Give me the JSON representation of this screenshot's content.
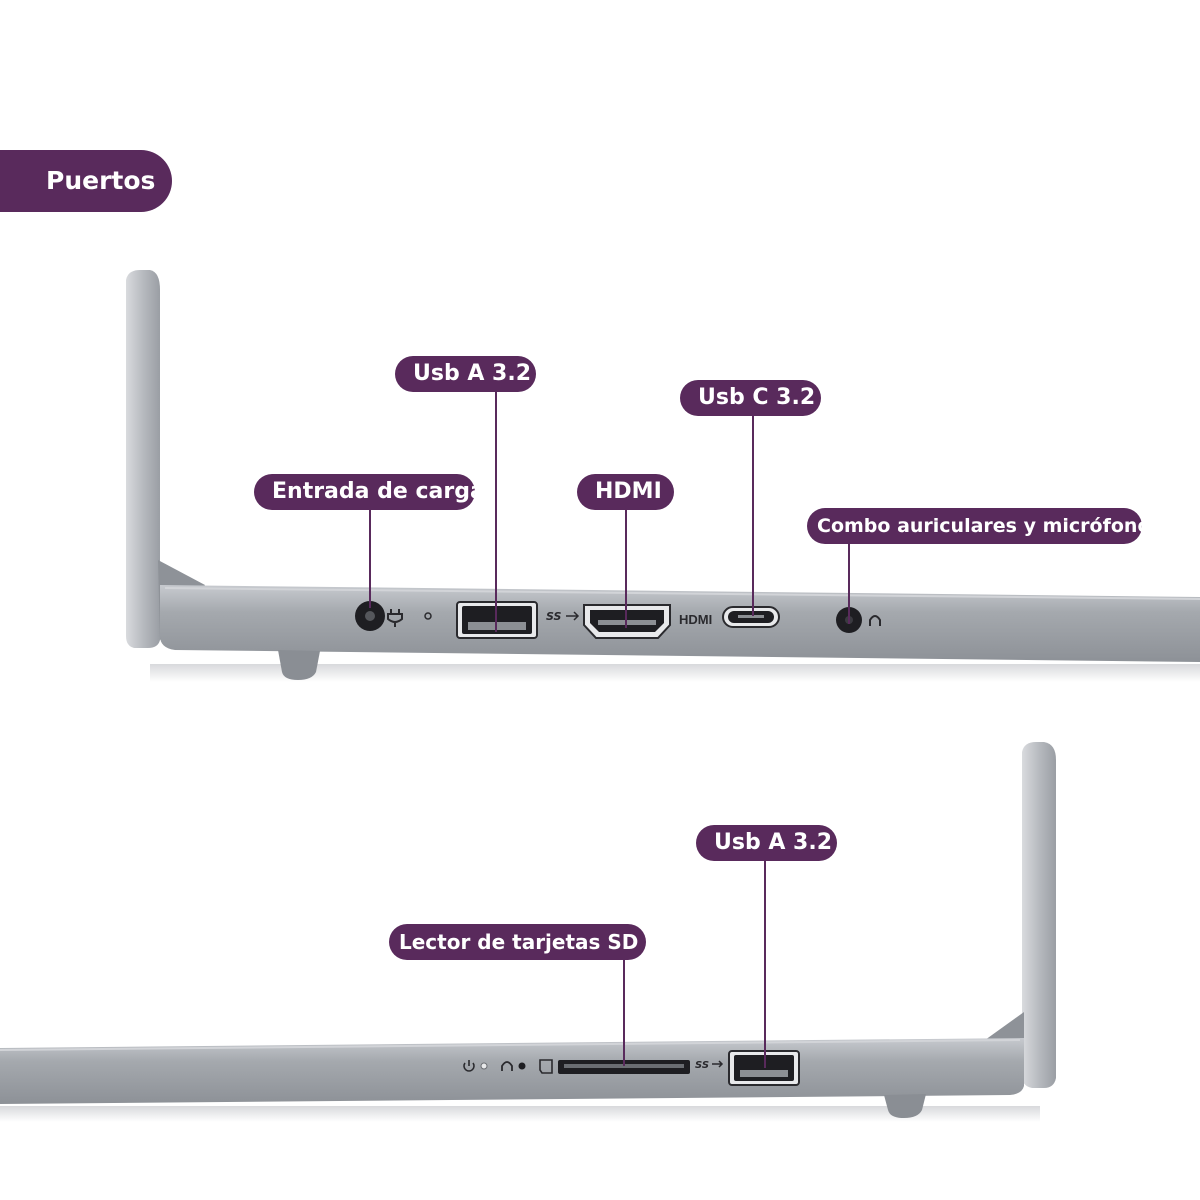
{
  "section_title": "Puertos",
  "colors": {
    "label_bg": "#592a5c",
    "label_text": "#ffffff",
    "laptop_body": "#9ea2a8",
    "port_dark": "#1e1e22"
  },
  "side_right": {
    "callouts": [
      {
        "label": "Entrada de carga",
        "icon": "dc-power-jack"
      },
      {
        "label": "Usb A 3.2",
        "icon": "usb-a-port"
      },
      {
        "label": "HDMI",
        "icon": "hdmi-port"
      },
      {
        "label": "Usb C 3.2",
        "icon": "usb-c-port"
      },
      {
        "label": "Combo auriculares y micrófono",
        "icon": "audio-jack"
      }
    ],
    "engraved": {
      "ss_logo": "SS",
      "hdmi_text": "HDMI"
    }
  },
  "side_left": {
    "callouts": [
      {
        "label": "Lector de tarjetas SD",
        "icon": "sd-card-slot"
      },
      {
        "label": "Usb A 3.2",
        "icon": "usb-a-port"
      }
    ],
    "engraved": {
      "ss_logo": "SS"
    }
  }
}
